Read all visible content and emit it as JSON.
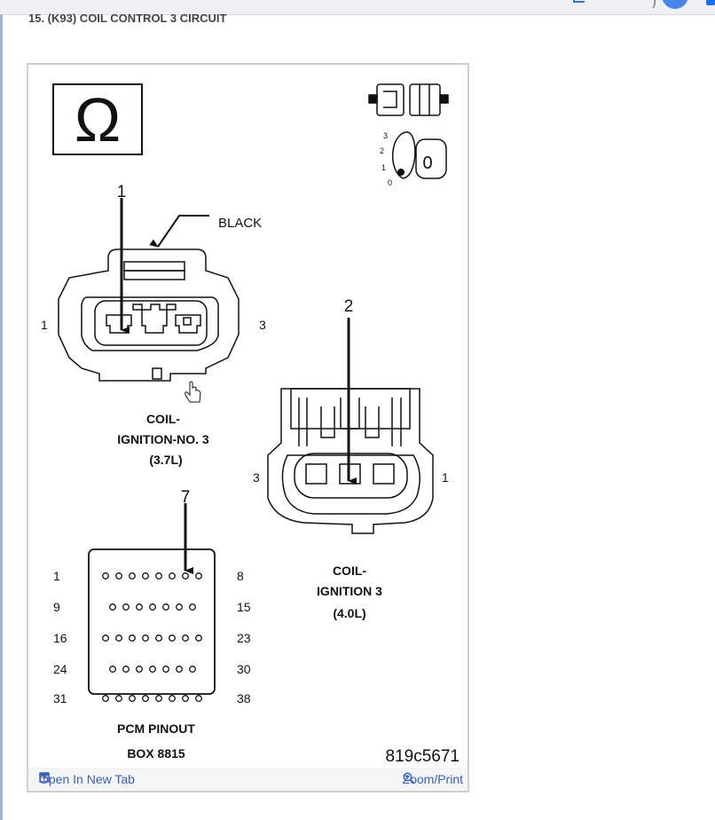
{
  "page": {
    "heading": "15. (K93) COIL CONTROL 3 CIRCUIT"
  },
  "figure": {
    "ohm_symbol": "Ω",
    "key_position": "0",
    "key_scale": [
      "3",
      "2",
      "1",
      "0"
    ],
    "connector_a": {
      "callout": "1",
      "color_label": "BLACK",
      "pin_left": "1",
      "pin_right": "3",
      "title_line1": "COIL-",
      "title_line2": "IGNITION-NO. 3",
      "title_line3": "(3.7L)"
    },
    "connector_b": {
      "callout": "2",
      "pin_left": "3",
      "pin_right": "1",
      "title_line1": "COIL-",
      "title_line2": "IGNITION 3",
      "title_line3": "(4.0L)"
    },
    "pcm": {
      "callout": "7",
      "left_labels": [
        "1",
        "9",
        "16",
        "24",
        "31"
      ],
      "right_labels": [
        "8",
        "15",
        "23",
        "30",
        "38"
      ],
      "row_pin_counts": [
        8,
        7,
        8,
        7,
        8
      ],
      "title_line1": "PCM PINOUT",
      "title_line2": "BOX 8815"
    },
    "figure_id": "819c5671"
  },
  "footer": {
    "open_new_tab": "Open In New Tab",
    "zoom_print": "Zoom/Print"
  },
  "colors": {
    "link": "#3d5fb5",
    "line": "#111111"
  }
}
